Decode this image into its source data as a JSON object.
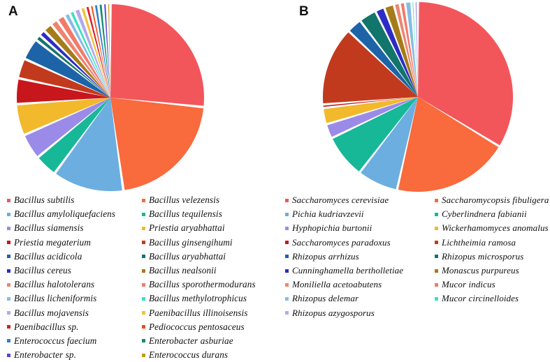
{
  "figure": {
    "panels": [
      {
        "label": "A",
        "legend_columns": 2
      },
      {
        "label": "B",
        "legend_columns": 2
      }
    ]
  },
  "panel_a": {
    "label": "A",
    "legend": [
      {
        "label": "Bacillus subtilis",
        "color": "#F2565B"
      },
      {
        "label": "Bacillus velezensis",
        "color": "#F96A3C"
      },
      {
        "label": "Bacillus amyloliquefaciens",
        "color": "#6CAEE0"
      },
      {
        "label": "Bacillus tequilensis",
        "color": "#16B898"
      },
      {
        "label": "Bacillus siamensis",
        "color": "#9B8BE8"
      },
      {
        "label": "Priestia aryabhattai",
        "color": "#F2B92C"
      },
      {
        "label": "Priestia megaterium",
        "color": "#C8161D"
      },
      {
        "label": "Bacillus ginsengihumi",
        "color": "#C23A1E"
      },
      {
        "label": "Bacillus acidicola",
        "color": "#1D63A8"
      },
      {
        "label": "Bacillus aryabhattai",
        "color": "#12756B"
      },
      {
        "label": "Bacillus cereus",
        "color": "#2C2CC4"
      },
      {
        "label": "Bacillus nealsonii",
        "color": "#A67B19"
      },
      {
        "label": "Bacillus halotolerans",
        "color": "#EE8472"
      },
      {
        "label": "Bacillus sporothermodurans",
        "color": "#F27A68"
      },
      {
        "label": "Bacillus licheniformis",
        "color": "#85BCE6"
      },
      {
        "label": "Bacillus methylotrophicus",
        "color": "#3BE0C0"
      },
      {
        "label": "Bacillus mojavensis",
        "color": "#B4A9EC"
      },
      {
        "label": "Paenibacillus illinoisensis",
        "color": "#F0C23A"
      },
      {
        "label": "Paenibacillus sp.",
        "color": "#DC1B22"
      },
      {
        "label": "Pediococcus pentosaceus",
        "color": "#F4481B"
      },
      {
        "label": "Enterococcus faecium",
        "color": "#2E7FD0"
      },
      {
        "label": "Enterobacter asburiae",
        "color": "#0E8E6E"
      },
      {
        "label": "Enterobacter sp.",
        "color": "#5B45D6"
      },
      {
        "label": "Enterococcus durans",
        "color": "#C29A18"
      }
    ]
  },
  "panel_b": {
    "label": "B",
    "legend": [
      {
        "label": "Saccharomyces cerevisiae",
        "color": "#F2565B"
      },
      {
        "label": "Saccharomycopsis fibuligera",
        "color": "#F96A3C"
      },
      {
        "label": "Pichia kudriavzevii",
        "color": "#6CAEE0"
      },
      {
        "label": "Cyberlindnera fabianii",
        "color": "#16B898"
      },
      {
        "label": "Hyphopichia burtonii",
        "color": "#9B8BE8"
      },
      {
        "label": "Wickerhamomyces anomalus",
        "color": "#F2B92C"
      },
      {
        "label": "Saccharomyces paradoxus",
        "color": "#C8161D"
      },
      {
        "label": "Lichtheimia ramosa",
        "color": "#C23A1E"
      },
      {
        "label": "Rhizopus arrhizus",
        "color": "#1D63A8"
      },
      {
        "label": "Rhizopus microsporus",
        "color": "#12756B"
      },
      {
        "label": "Cunninghamella bertholletiae",
        "color": "#2C2CC4"
      },
      {
        "label": "Monascus purpureus",
        "color": "#A67B19"
      },
      {
        "label": "Moniliella acetoabutens",
        "color": "#EE8472"
      },
      {
        "label": "Mucor indicus",
        "color": "#F27A68"
      },
      {
        "label": "Rhizopus delemar",
        "color": "#85BCE6"
      },
      {
        "label": "Mucor circinelloides",
        "color": "#3BE0C0"
      },
      {
        "label": "Rhizopus azygosporus",
        "color": "#B4A9EC"
      }
    ]
  },
  "chart_data": [
    {
      "type": "pie",
      "title": "A",
      "panel": "A",
      "start_angle_deg": 0,
      "direction": "clockwise",
      "labels": [
        "Bacillus subtilis",
        "Bacillus velezensis",
        "Bacillus amyloliquefaciens",
        "Bacillus tequilensis",
        "Bacillus siamensis",
        "Priestia aryabhattai",
        "Priestia megaterium",
        "Bacillus ginsengihumi",
        "Bacillus acidicola",
        "Bacillus aryabhattai",
        "Bacillus cereus",
        "Bacillus nealsonii",
        "Bacillus halotolerans",
        "Bacillus sporothermodurans",
        "Bacillus licheniformis",
        "Bacillus methylotrophicus",
        "Bacillus mojavensis",
        "Paenibacillus illinoisensis",
        "Paenibacillus sp.",
        "Pediococcus pentosaceus",
        "Enterococcus faecium",
        "Enterobacter asburiae",
        "Enterobacter sp.",
        "Enterococcus durans"
      ],
      "values": [
        27.0,
        21.5,
        12.5,
        4.0,
        4.5,
        5.5,
        4.5,
        3.5,
        3.8,
        1.0,
        1.1,
        1.6,
        1.3,
        1.4,
        1.0,
        0.9,
        1.1,
        0.9,
        0.8,
        0.7,
        0.8,
        0.8,
        0.7,
        0.6
      ],
      "colors": [
        "#F2565B",
        "#F96A3C",
        "#6CAEE0",
        "#16B898",
        "#9B8BE8",
        "#F2B92C",
        "#C8161D",
        "#C23A1E",
        "#1D63A8",
        "#12756B",
        "#2C2CC4",
        "#A67B19",
        "#EE8472",
        "#F27A68",
        "#85BCE6",
        "#3BE0C0",
        "#B4A9EC",
        "#F0C23A",
        "#DC1B22",
        "#F4481B",
        "#2E7FD0",
        "#0E8E6E",
        "#5B45D6",
        "#C29A18"
      ],
      "legend_position": "below",
      "grid": false
    },
    {
      "type": "pie",
      "title": "B",
      "panel": "B",
      "start_angle_deg": 0,
      "direction": "clockwise",
      "labels": [
        "Saccharomyces cerevisiae",
        "Saccharomycopsis fibuligera",
        "Pichia kudriavzevii",
        "Cyberlindnera fabianii",
        "Hyphopichia burtonii",
        "Wickerhamomyces anomalus",
        "Saccharomyces paradoxus",
        "Lichtheimia ramosa",
        "Rhizopus arrhizus",
        "Rhizopus microsporus",
        "Cunninghamella bertholletiae",
        "Monascus purpureus",
        "Moniliella acetoabutens",
        "Mucor indicus",
        "Rhizopus delemar",
        "Mucor circinelloides",
        "Rhizopus azygosporus"
      ],
      "values": [
        34.0,
        20.0,
        7.0,
        7.5,
        2.5,
        2.8,
        0.6,
        13.5,
        2.6,
        3.0,
        1.6,
        1.7,
        1.0,
        0.9,
        1.1,
        0.5,
        0.6
      ],
      "colors": [
        "#F2565B",
        "#F96A3C",
        "#6CAEE0",
        "#16B898",
        "#9B8BE8",
        "#F2B92C",
        "#C8161D",
        "#C23A1E",
        "#1D63A8",
        "#12756B",
        "#2C2CC4",
        "#A67B19",
        "#EE8472",
        "#F27A68",
        "#85BCE6",
        "#3BE0C0",
        "#B4A9EC"
      ],
      "legend_position": "below",
      "grid": false
    }
  ]
}
